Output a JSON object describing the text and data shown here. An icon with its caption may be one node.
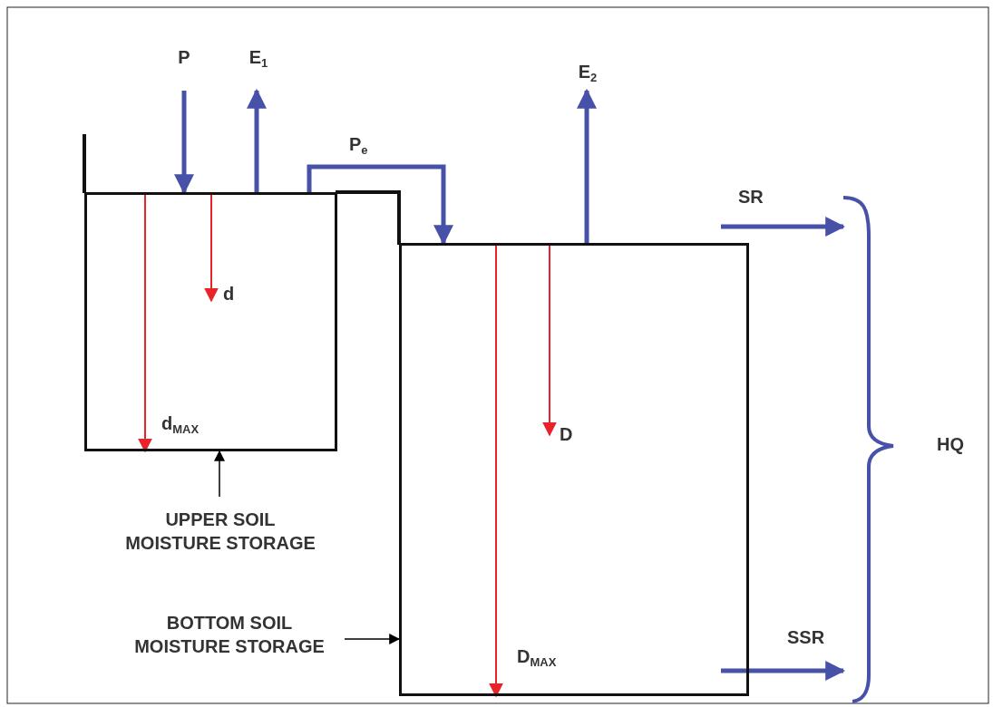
{
  "diagram": {
    "nodes": [
      {
        "text": [
          "P"
        ]
      },
      {
        "text": [
          "E$_{1}$"
        ]
      },
      {
        "text": [
          "E$_{2}$"
        ]
      },
      {
        "text": [],
        "shape": "box"
      },
      {
        "text": [],
        "shape": "box"
      },
      {
        "text": [
          "HQ"
        ]
      },
      {
        "text": [
          "UPPER SOIL MOISTURE STORAGE"
        ]
      },
      {
        "text": [
          "BOTTOM SOIL MOISTURE STORAGE"
        ]
      }
    ],
    "edges": [
      {
        "from": 0,
        "to": 3,
        "arrow": "to"
      },
      {
        "from": 3,
        "to": 1,
        "arrow": "to"
      },
      {
        "from": 3,
        "to": 4,
        "arrow": "to",
        "label": "P$_{e}$"
      },
      {
        "from": 4,
        "to": 2,
        "arrow": "to"
      },
      {
        "from": null,
        "to": 5,
        "arrow": "to",
        "label": "SR"
      },
      {
        "from": 4,
        "to": 5,
        "arrow": "to",
        "label": "SSR"
      },
      {
        "from": 6,
        "to": 3,
        "arrow": "to",
        "color": "#000000"
      },
      {
        "from": 7,
        "to": 4,
        "arrow": "to",
        "color": "#000000"
      }
    ],
    "labels": [
      "d",
      "d$_{MAX}$",
      "D",
      "D$_{MAX}$"
    ]
  }
}
